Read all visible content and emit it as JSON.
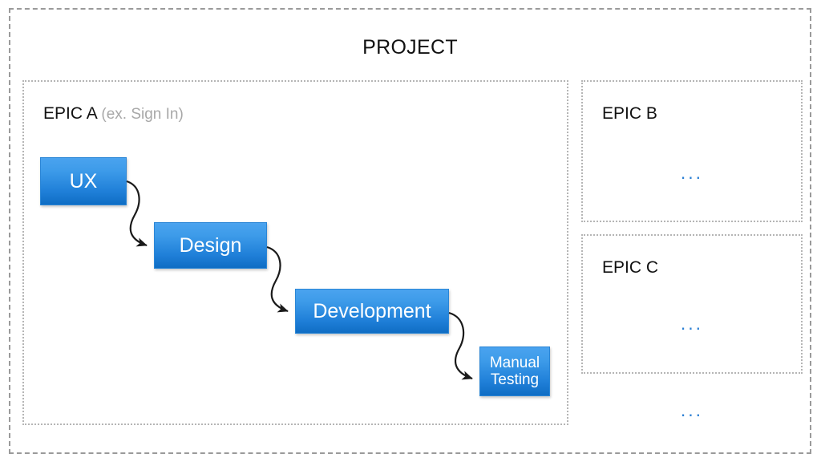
{
  "project": {
    "title": "PROJECT"
  },
  "epics": [
    {
      "id": "epic-a",
      "label": "EPIC A",
      "hint": "(ex. Sign In)",
      "ellipsis": ""
    },
    {
      "id": "epic-b",
      "label": "EPIC B",
      "hint": "",
      "ellipsis": "..."
    },
    {
      "id": "epic-c",
      "label": "EPIC C",
      "hint": "",
      "ellipsis": "..."
    }
  ],
  "tail_ellipsis": "...",
  "tasks": [
    {
      "id": "ux",
      "label": "UX",
      "line1": "UX",
      "line2": ""
    },
    {
      "id": "design",
      "label": "Design",
      "line1": "Design",
      "line2": ""
    },
    {
      "id": "development",
      "label": "Development",
      "line1": "Development",
      "line2": ""
    },
    {
      "id": "manual-testing",
      "label": "Manual Testing",
      "line1": "Manual",
      "line2": "Testing"
    }
  ],
  "flow": [
    {
      "from": "ux",
      "to": "design"
    },
    {
      "from": "design",
      "to": "development"
    },
    {
      "from": "development",
      "to": "manual-testing"
    }
  ],
  "colors": {
    "task_fill_top": "#4aa3ef",
    "task_fill_bottom": "#0f6dc4",
    "task_text": "#ffffff",
    "epic_border": "#b5b5b5",
    "project_border": "#9a9a9a",
    "hint_text": "#a8a8a8",
    "ellipsis": "#2a7fd4",
    "connector": "#1a1a1a"
  }
}
